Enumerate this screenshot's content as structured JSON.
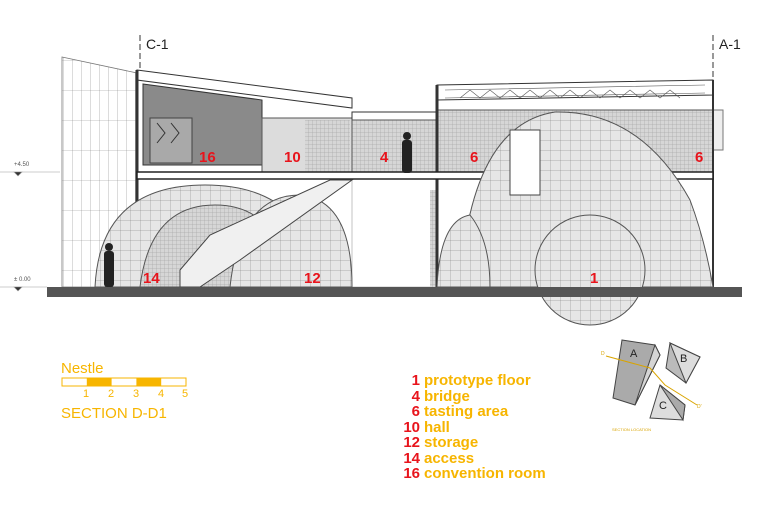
{
  "drawing": {
    "gridlines": [
      {
        "label": "C-1"
      },
      {
        "label": "A-1"
      }
    ],
    "levels": [
      {
        "label": "+4.50"
      },
      {
        "label": "± 0.00"
      }
    ],
    "room_tags": [
      "16",
      "10",
      "4",
      "6",
      "6",
      "14",
      "12",
      "1"
    ]
  },
  "title_block": {
    "client": "Nestle",
    "scale_ticks": [
      "1",
      "2",
      "3",
      "4",
      "5"
    ],
    "section_title": "SECTION D-D1"
  },
  "legend": [
    {
      "num": "1",
      "label": "prototype floor"
    },
    {
      "num": "4",
      "label": "bridge"
    },
    {
      "num": "6",
      "label": "tasting area"
    },
    {
      "num": "10",
      "label": "hall"
    },
    {
      "num": "12",
      "label": "storage"
    },
    {
      "num": "14",
      "label": "access"
    },
    {
      "num": "16",
      "label": "convention room"
    }
  ],
  "key_plan": {
    "blocks": [
      "A",
      "B",
      "C"
    ],
    "cut_marks": [
      "D",
      "D'"
    ],
    "caption": "SECTION LOCATION"
  },
  "colors": {
    "accent": "#f7b500",
    "tag": "#e8141c",
    "ground": "#555555"
  }
}
